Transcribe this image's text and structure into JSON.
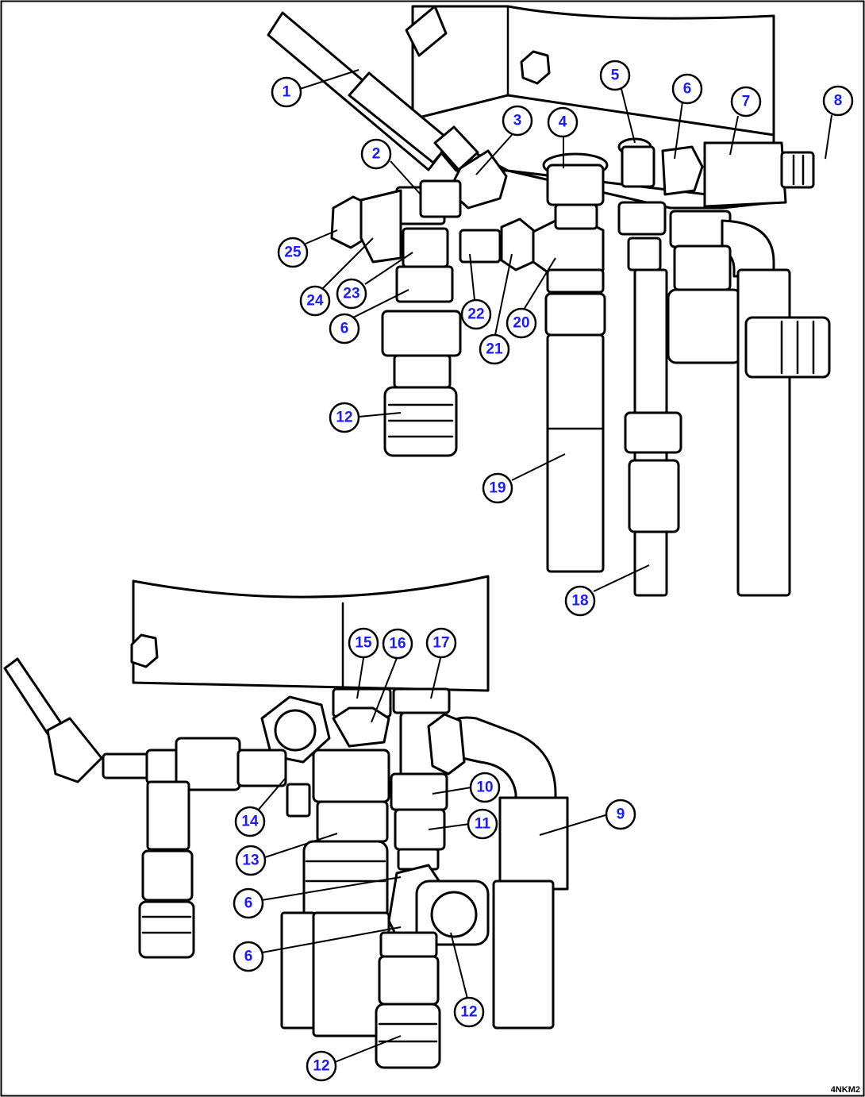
{
  "drawing": {
    "code": "4NKM2"
  },
  "callouts": [
    {
      "id": "c1",
      "label": "1"
    },
    {
      "id": "c2",
      "label": "2"
    },
    {
      "id": "c3",
      "label": "3"
    },
    {
      "id": "c4",
      "label": "4"
    },
    {
      "id": "c5",
      "label": "5"
    },
    {
      "id": "c6a",
      "label": "6"
    },
    {
      "id": "c7",
      "label": "7"
    },
    {
      "id": "c8",
      "label": "8"
    },
    {
      "id": "c25",
      "label": "25"
    },
    {
      "id": "c24",
      "label": "24"
    },
    {
      "id": "c23",
      "label": "23"
    },
    {
      "id": "c6b",
      "label": "6"
    },
    {
      "id": "c22",
      "label": "22"
    },
    {
      "id": "c20",
      "label": "20"
    },
    {
      "id": "c21",
      "label": "21"
    },
    {
      "id": "c12a",
      "label": "12"
    },
    {
      "id": "c19",
      "label": "19"
    },
    {
      "id": "c18",
      "label": "18"
    },
    {
      "id": "c15",
      "label": "15"
    },
    {
      "id": "c16",
      "label": "16"
    },
    {
      "id": "c17",
      "label": "17"
    },
    {
      "id": "c10",
      "label": "10"
    },
    {
      "id": "c9",
      "label": "9"
    },
    {
      "id": "c11",
      "label": "11"
    },
    {
      "id": "c14",
      "label": "14"
    },
    {
      "id": "c13",
      "label": "13"
    },
    {
      "id": "c6c",
      "label": "6"
    },
    {
      "id": "c6d",
      "label": "6"
    },
    {
      "id": "c12b",
      "label": "12"
    },
    {
      "id": "c12c",
      "label": "12"
    }
  ]
}
